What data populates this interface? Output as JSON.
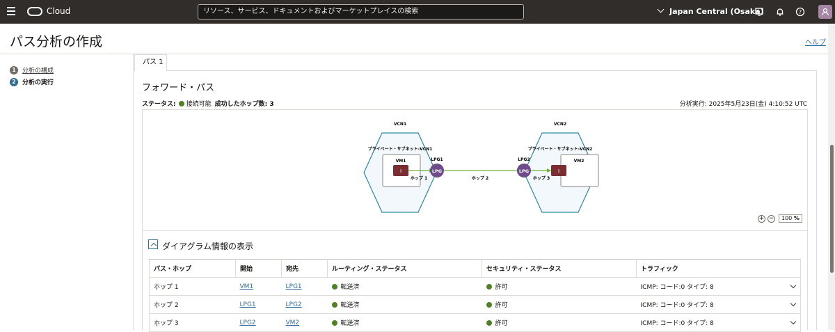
{
  "header": {
    "brand": "Cloud",
    "search_placeholder": "リソース、サービス、ドキュメントおよびマーケットプレイスの検索",
    "region": "Japan Central (Osaka)"
  },
  "page": {
    "title": "パス分析の作成",
    "help": "ヘルプ"
  },
  "steps": [
    {
      "num": "1",
      "label": "分析の構成"
    },
    {
      "num": "2",
      "label": "分析の実行"
    }
  ],
  "tab": "パス 1",
  "section_title": "フォワード・パス",
  "status": {
    "label": "ステータス:",
    "value": "接続可能",
    "hops_label": "成功したホップ数: 3",
    "timestamp": "分析実行: 2025年5月23日(金) 4:10:52 UTC"
  },
  "diagram": {
    "vcn1": "VCN1",
    "vcn2": "VCN2",
    "subnet1": "プライベート・サブネット-VCN1",
    "subnet2": "プライベート・サブネット-VCN2",
    "vm1": "VM1",
    "vm2": "VM2",
    "lpg1": "LPG1",
    "lpg2": "LPG2",
    "lpg_node": "LPG",
    "instance_glyph": "I",
    "hop1": "ホップ 1",
    "hop2": "ホップ 2",
    "hop3": "ホップ 3",
    "zoom": "100",
    "zoom_unit": "%",
    "colors": {
      "hex": "#2e87a6",
      "vm": "#7a2e31",
      "lpg": "#6d4c8a",
      "arrow": "#6bb42c"
    }
  },
  "info": {
    "title": "ダイアグラム情報の表示",
    "columns": [
      "パス・ホップ",
      "開始",
      "宛先",
      "ルーティング・ステータス",
      "セキュリティ・ステータス",
      "トラフィック"
    ],
    "rows": [
      {
        "hop": "ホップ 1",
        "start": "VM1",
        "dest": "LPG1",
        "routing": "転送済",
        "security": "許可",
        "traffic": "ICMP: コード:0 タイプ: 8"
      },
      {
        "hop": "ホップ 2",
        "start": "LPG1",
        "dest": "LPG2",
        "routing": "転送済",
        "security": "許可",
        "traffic": "ICMP: コード:0 タイプ: 8"
      },
      {
        "hop": "ホップ 3",
        "start": "LPG2",
        "dest": "VM2",
        "routing": "転送済",
        "security": "許可",
        "traffic": "ICMP: コード:0 タイプ: 8"
      }
    ]
  }
}
